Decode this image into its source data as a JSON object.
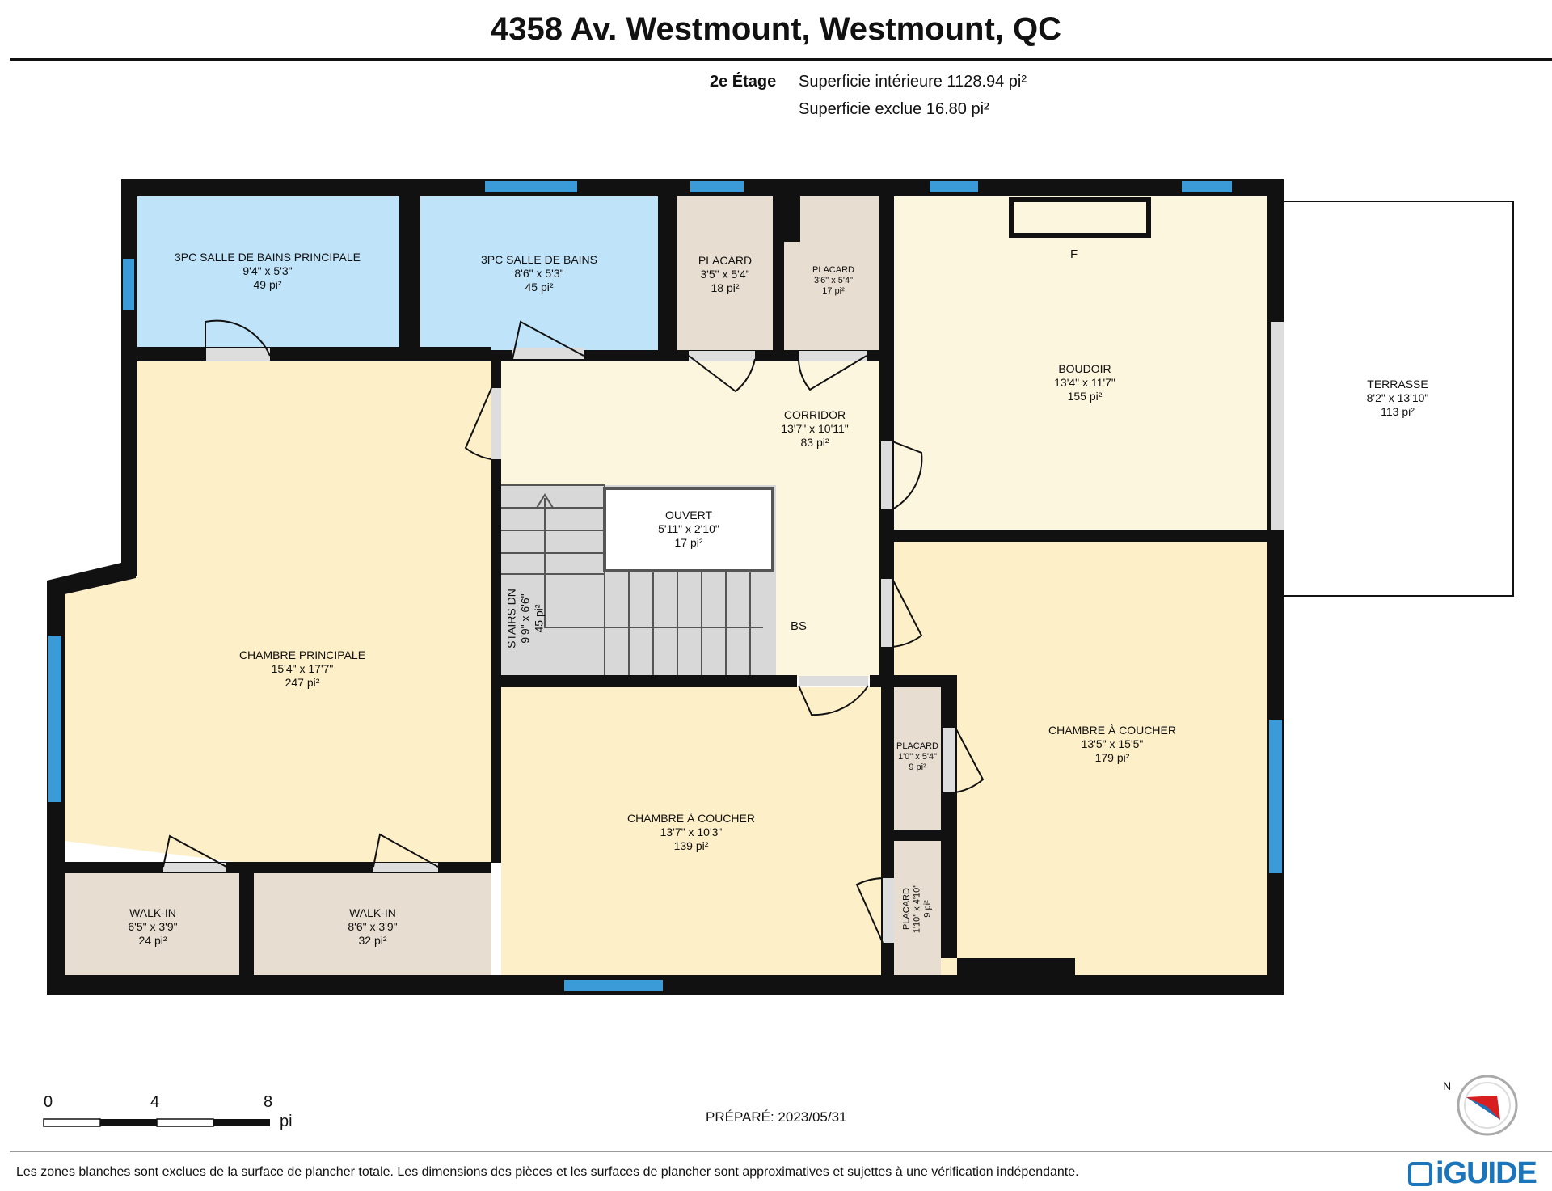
{
  "header": {
    "title": "4358 Av. Westmount, Westmount, QC",
    "floor": "2e Étage",
    "interior_area": "Superficie intérieure 1128.94 pi²",
    "excluded_area": "Superficie exclue 16.80 pi²"
  },
  "rooms": [
    {
      "name": "3PC SALLE DE BAINS PRINCIPALE",
      "dims": "9'4\" x 5'3\"",
      "area": "49 pi²"
    },
    {
      "name": "3PC SALLE DE BAINS",
      "dims": "8'6\" x 5'3\"",
      "area": "45 pi²"
    },
    {
      "name": "PLACARD",
      "dims": "3'5\" x 5'4\"",
      "area": "18 pi²"
    },
    {
      "name": "PLACARD",
      "dims": "3'6\" x 5'4\"",
      "area": "17 pi²"
    },
    {
      "name": "BOUDOIR",
      "dims": "13'4\" x 11'7\"",
      "area": "155 pi²"
    },
    {
      "name": "TERRASSE",
      "dims": "8'2\" x 13'10\"",
      "area": "113 pi²"
    },
    {
      "name": "CORRIDOR",
      "dims": "13'7\" x 10'11\"",
      "area": "83 pi²"
    },
    {
      "name": "OUVERT",
      "dims": "5'11\" x 2'10\"",
      "area": "17 pi²"
    },
    {
      "name": "STAIRS DN",
      "dims": "9'9\" x 6'6\"",
      "area": "45 pi²"
    },
    {
      "name": "CHAMBRE PRINCIPALE",
      "dims": "15'4\" x 17'7\"",
      "area": "247 pi²"
    },
    {
      "name": "CHAMBRE À COUCHER",
      "dims": "13'5\" x 15'5\"",
      "area": "179 pi²"
    },
    {
      "name": "PLACARD",
      "dims": "1'0\" x 5'4\"",
      "area": "9 pi²"
    },
    {
      "name": "CHAMBRE À COUCHER",
      "dims": "13'7\" x 10'3\"",
      "area": "139 pi²"
    },
    {
      "name": "PLACARD",
      "dims": "1'10\" x 4'10\"",
      "area": "9 pi²"
    },
    {
      "name": "WALK-IN",
      "dims": "6'5\" x 3'9\"",
      "area": "24 pi²"
    },
    {
      "name": "WALK-IN",
      "dims": "8'6\" x 3'9\"",
      "area": "32 pi²"
    }
  ],
  "fixtures": {
    "fireplace": "F",
    "bench": "BS"
  },
  "scale": {
    "ticks": [
      "0",
      "4",
      "8"
    ],
    "unit": "pi"
  },
  "prepared": "PRÉPARÉ: 2023/05/31",
  "compass_label": "N",
  "footer_note": "Les zones blanches sont exclues de la surface de plancher totale. Les dimensions des pièces et les surfaces de plancher sont approximatives et sujettes à une vérification indépendante.",
  "brand": "iGUIDE",
  "colors": {
    "wall": "#111111",
    "bathroom": "#bfe3f9",
    "closet": "#e7ddd0",
    "boudoir": "#fdf6df",
    "corridor": "#fdf6df",
    "bedroom": "#fdefc8",
    "stairs": "#d8d8d8",
    "window": "#3b9bd9",
    "brand": "#1b75bb"
  }
}
